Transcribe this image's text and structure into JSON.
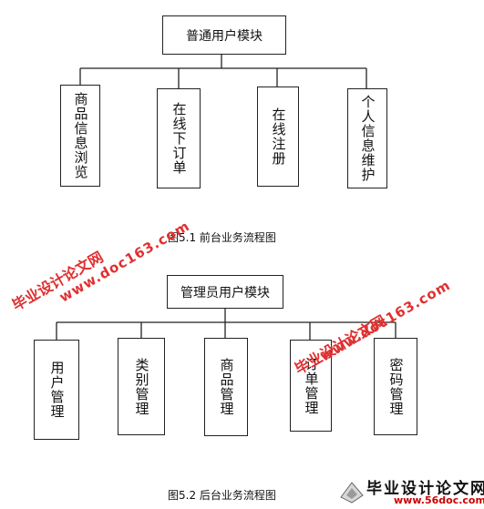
{
  "diagram1": {
    "root": "普通用户模块",
    "children": [
      "商品信息浏览",
      "在线下订单",
      "在线注册",
      "个人信息维护"
    ],
    "caption": "图5.1 前台业务流程图"
  },
  "diagram2": {
    "root": "管理员用户模块",
    "children": [
      "用户管理",
      "类别管理",
      "商品管理",
      "订单管理",
      "密码管理"
    ],
    "caption": "图5.2 后台业务流程图"
  },
  "watermarks": {
    "cn": "毕业设计论文网",
    "url": "www.doc163.com"
  },
  "logo": {
    "title": "毕业设计论文网",
    "url": "www.56doc.com"
  },
  "colors": {
    "line": "#222222",
    "watermark": "#e03030"
  }
}
